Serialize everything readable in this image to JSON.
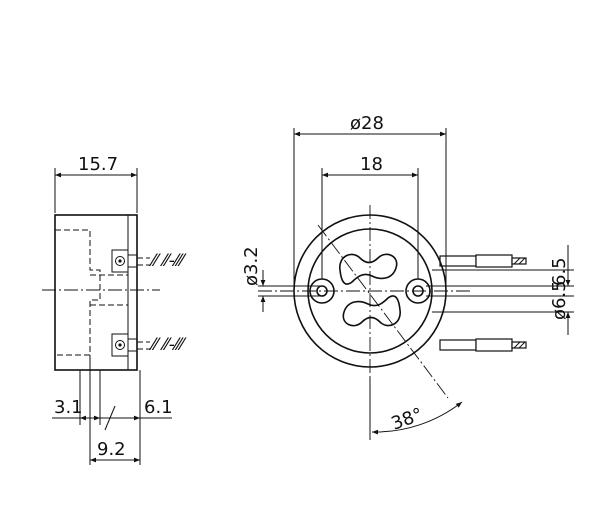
{
  "side_view": {
    "dim_width": "15.7",
    "dim_left": "3.1",
    "dim_right": "6.1",
    "dim_total": "9.2"
  },
  "front_view": {
    "dim_outer_diameter": "ø28",
    "dim_pin_spacing": "18",
    "dim_pin_hole": "ø3.2",
    "dim_right_radial": "6.5",
    "dim_right_diameter": "ø6.5",
    "dim_angle": "38°"
  }
}
